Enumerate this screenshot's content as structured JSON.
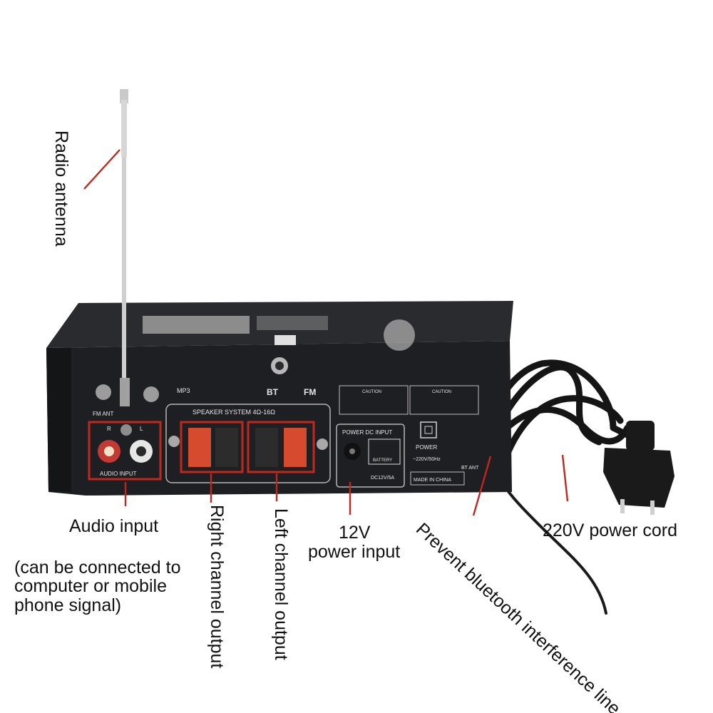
{
  "annotations": {
    "radio_antenna": "Radio antenna",
    "audio_input": "Audio input",
    "audio_input_note": "(can be connected to computer or mobile phone signal)",
    "right_channel": "Right channel output",
    "left_channel": "Left channel output",
    "power_input_line1": "12V",
    "power_input_line2": "power input",
    "bt_line": "Prevent bluetooth interference line",
    "power_cord": "220V power cord"
  },
  "panel": {
    "mp3": "MP3",
    "bt": "BT",
    "fm": "FM",
    "fm_ant": "FM ANT",
    "audio_input": "AUDIO INPUT",
    "speaker_system": "SPEAKER SYSTEM 4Ω-16Ω",
    "power_dc_input": "POWER DC INPUT",
    "dc_rating": "DC12V/5A",
    "battery": "BATTERY",
    "power": "POWER",
    "ac_rating": "~220V/50Hz",
    "made_in": "MADE IN CHINA",
    "bt_ant": "BT ANT",
    "caution": "CAUTION",
    "r": "R",
    "l": "L"
  },
  "colors": {
    "annotation_red": "#c0281e",
    "chassis": "#1e1f22",
    "label_text": "#111111"
  }
}
